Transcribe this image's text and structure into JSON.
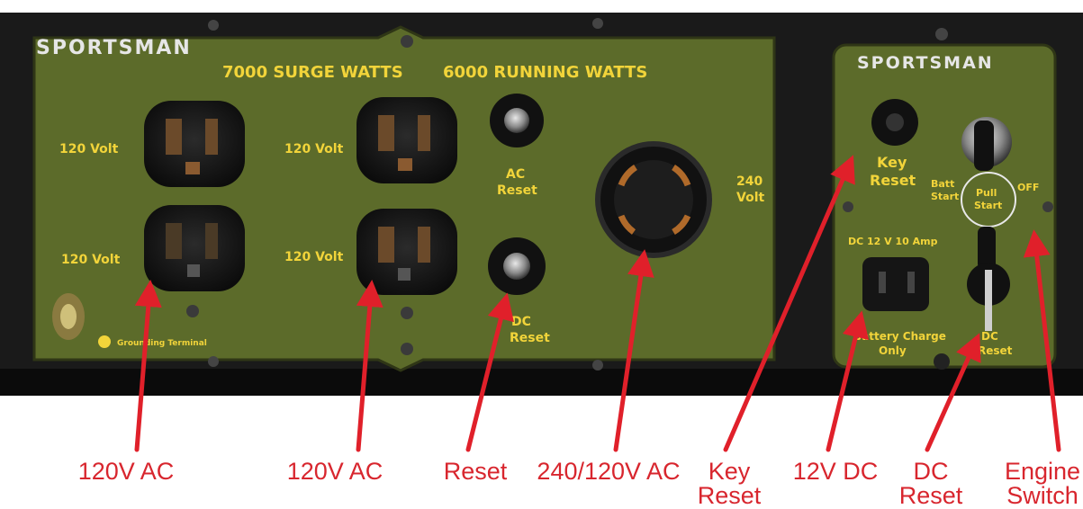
{
  "photo": {
    "main_panel": {
      "brand": "SPORTSMAN",
      "surge_watts": "7000 SURGE WATTS",
      "running_watts": "6000 RUNNING WATTS",
      "outlet_labels": [
        "120 Volt",
        "120 Volt",
        "120 Volt",
        "120 Volt"
      ],
      "ac_reset_label": [
        "AC",
        "Reset"
      ],
      "lower_reset_label": [
        "DC",
        "Reset"
      ],
      "twist_lock_label": [
        "240",
        "Volt"
      ],
      "grounding_terminal": "Grounding Terminal"
    },
    "side_panel": {
      "brand": "SPORTSMAN",
      "key_reset": [
        "Key",
        "Reset"
      ],
      "batt_start": [
        "Batt",
        "Start"
      ],
      "pull_start": [
        "Pull",
        "Start"
      ],
      "off": "OFF",
      "dc_rating": "DC 12 V  10 Amp",
      "battery_charge": [
        "Battery Charge",
        "Only"
      ],
      "dc_reset": [
        "DC",
        "Reset"
      ]
    }
  },
  "annotations": [
    {
      "lines": [
        "120V AC"
      ]
    },
    {
      "lines": [
        "120V AC"
      ]
    },
    {
      "lines": [
        "Reset"
      ]
    },
    {
      "lines": [
        "240/120V AC"
      ]
    },
    {
      "lines": [
        "Key",
        "Reset"
      ]
    },
    {
      "lines": [
        "12V DC"
      ]
    },
    {
      "lines": [
        "DC",
        "Reset"
      ]
    },
    {
      "lines": [
        "Engine",
        "Switch"
      ]
    }
  ],
  "colors": {
    "panel_green": "#5c6b2a",
    "label_yellow": "#f2d43a",
    "arrow_red": "#e0202a",
    "caption_red": "#d8262e"
  }
}
